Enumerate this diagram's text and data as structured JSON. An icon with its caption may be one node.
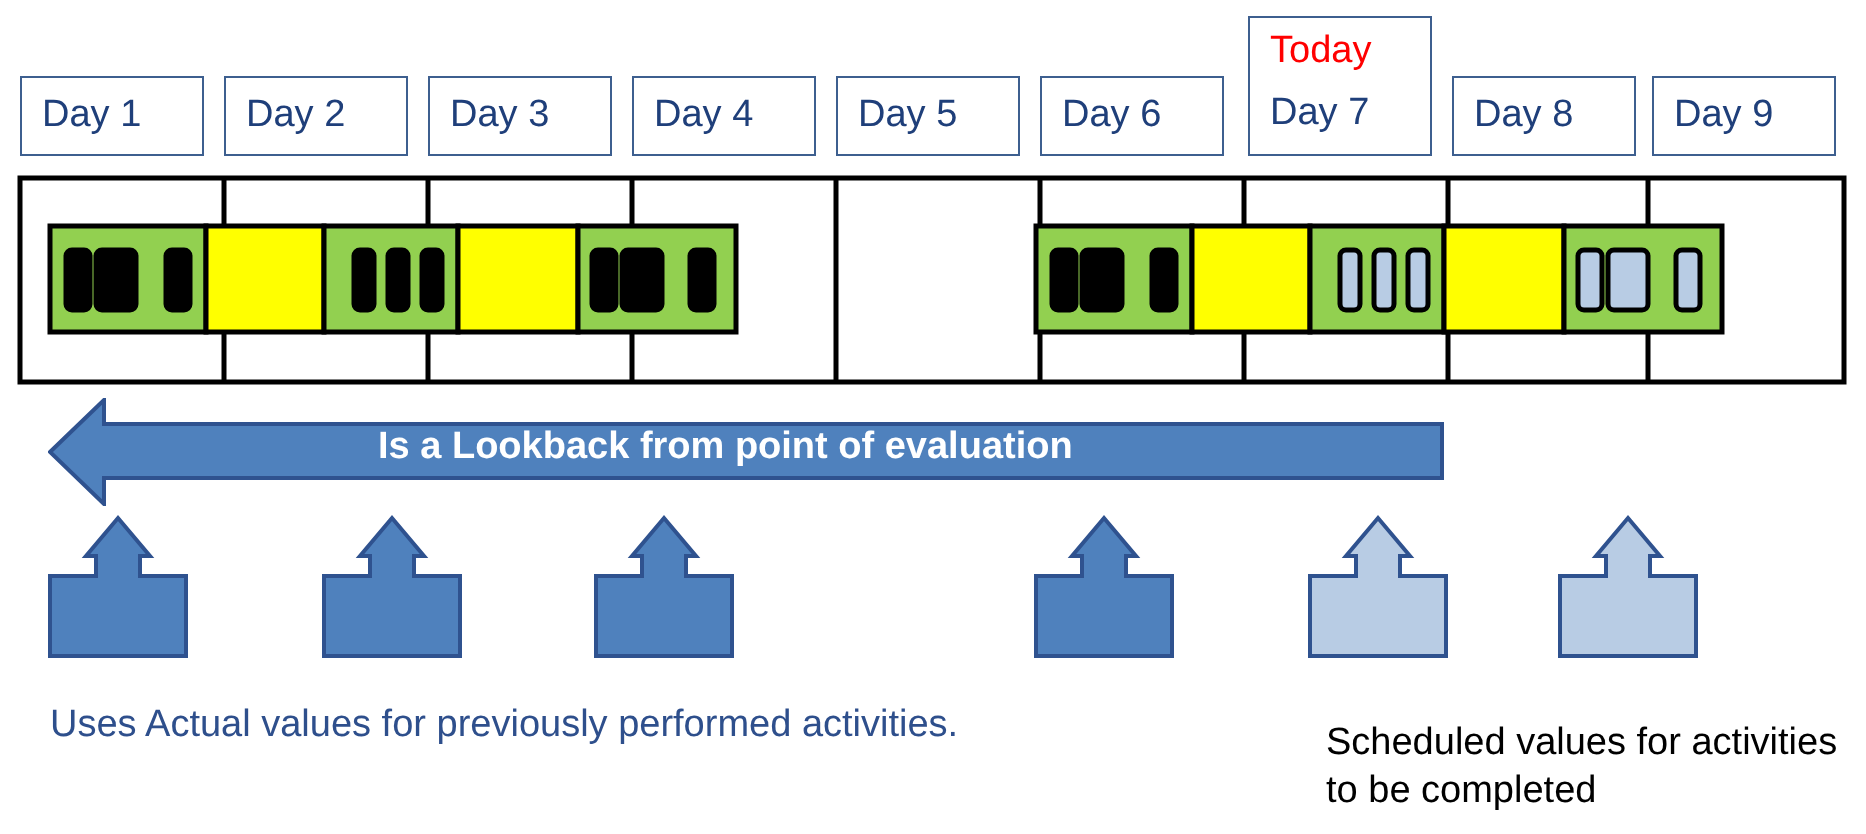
{
  "diagram": {
    "nodes": [
      {
        "text": [
          "Day 1"
        ]
      },
      {
        "text": [
          "Day 2"
        ]
      },
      {
        "text": [
          "Day 3"
        ]
      },
      {
        "text": [
          "Day 4"
        ]
      },
      {
        "text": [
          "Day 5"
        ]
      },
      {
        "text": [
          "Day 6"
        ]
      },
      {
        "text": [
          "Today",
          "Day 7"
        ]
      },
      {
        "text": [
          "Day 8"
        ]
      },
      {
        "text": [
          "Day 9"
        ]
      },
      {
        "text": [
          "Is a Lookback from point of evaluation"
        ]
      }
    ],
    "labels": [
      "Uses Actual values for previously performed activities.",
      "Scheduled values for activities to be completed"
    ]
  }
}
